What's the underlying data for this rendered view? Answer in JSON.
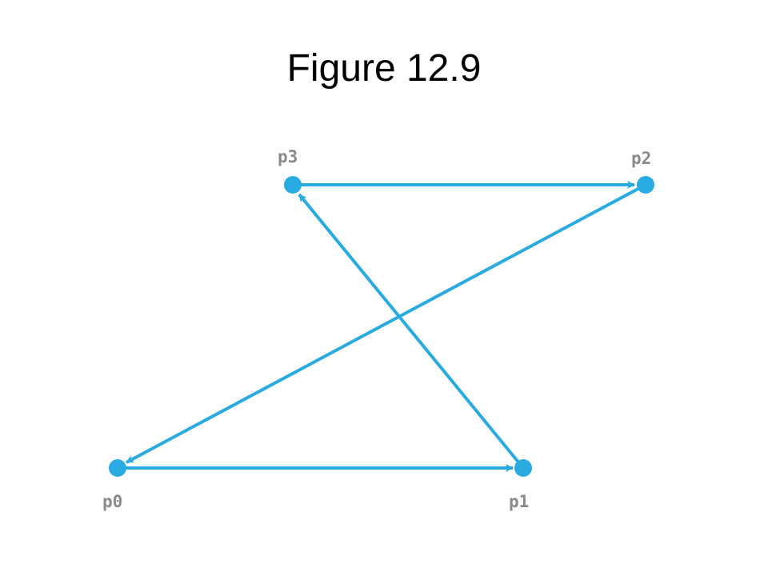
{
  "slide": {
    "title": "Figure 12.9"
  },
  "diagram": {
    "stroke_color": "#29abe2",
    "label_color": "#8a8a8a",
    "points": [
      {
        "id": "p0",
        "label": "p0"
      },
      {
        "id": "p1",
        "label": "p1"
      },
      {
        "id": "p2",
        "label": "p2"
      },
      {
        "id": "p3",
        "label": "p3"
      }
    ],
    "edges": [
      {
        "from": "p0",
        "to": "p1"
      },
      {
        "from": "p1",
        "to": "p3"
      },
      {
        "from": "p3",
        "to": "p2"
      },
      {
        "from": "p2",
        "to": "p0"
      }
    ]
  }
}
